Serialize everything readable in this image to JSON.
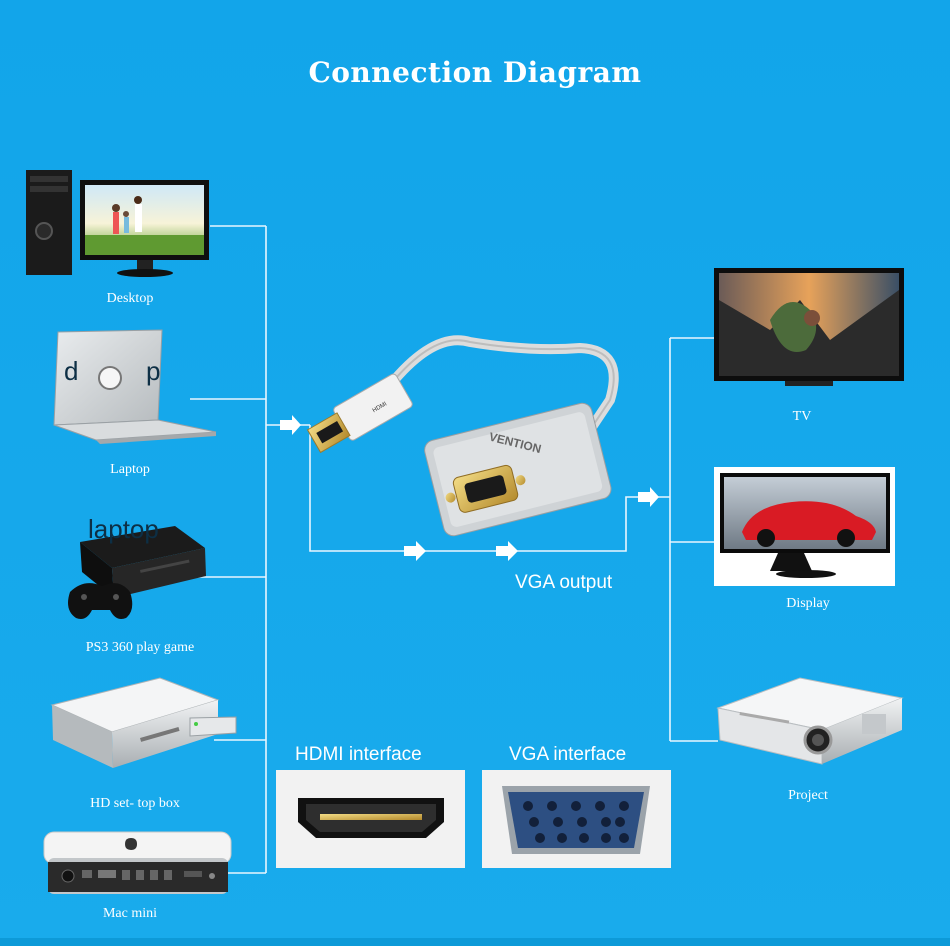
{
  "title": "Connection Diagram",
  "sources": [
    {
      "label": "Desktop"
    },
    {
      "label": "Laptop"
    },
    {
      "label": "PS3 360 play game"
    },
    {
      "label": "HD set- top box"
    },
    {
      "label": "Mac mini"
    }
  ],
  "outputs": [
    {
      "label": "TV"
    },
    {
      "label": "Display"
    },
    {
      "label": "Project"
    }
  ],
  "adapter": {
    "brand": "VENTION",
    "output_label": "VGA output",
    "hdmi_plug_text": "HDMI"
  },
  "interfaces": [
    {
      "label": "HDMI interface"
    },
    {
      "label": "VGA interface"
    }
  ],
  "ghost_text": [
    "d",
    "p",
    "laptop"
  ],
  "colors": {
    "background": "#17a8ea",
    "line": "#ffffff",
    "adapter": "#c8c8c8"
  }
}
